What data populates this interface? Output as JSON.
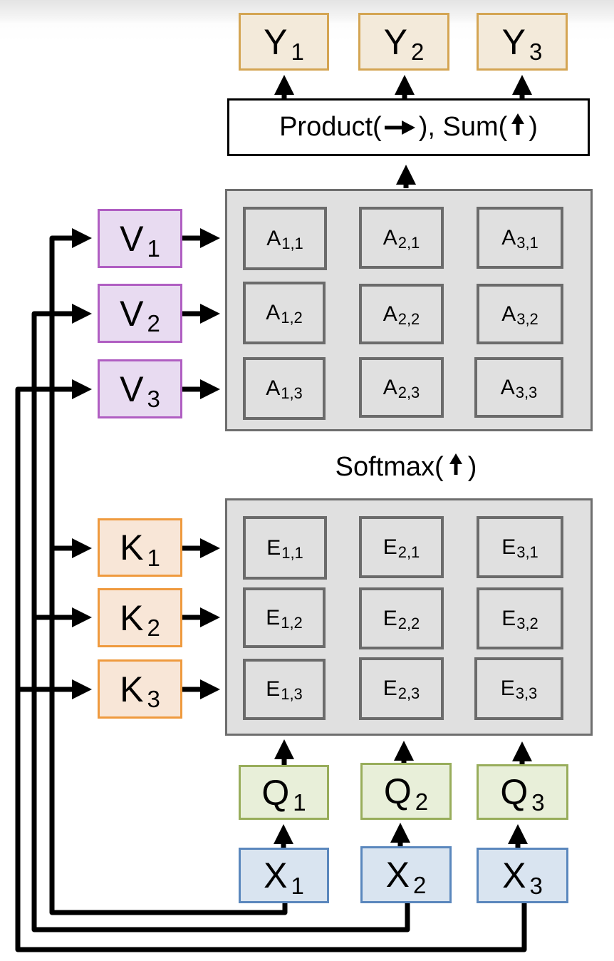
{
  "diagram": {
    "title": "Self-attention computation",
    "outputs": [
      {
        "letter": "Y",
        "index": "1"
      },
      {
        "letter": "Y",
        "index": "2"
      },
      {
        "letter": "Y",
        "index": "3"
      }
    ],
    "product_sum": {
      "product_text": "Product(",
      "product_close": "), Sum(",
      "sum_close": ")",
      "product_icon": "right-arrow-icon",
      "sum_icon": "up-arrow-icon"
    },
    "values": [
      {
        "letter": "V",
        "index": "1"
      },
      {
        "letter": "V",
        "index": "2"
      },
      {
        "letter": "V",
        "index": "3"
      }
    ],
    "attention_weights": {
      "letter": "A",
      "rows": [
        [
          "1,1",
          "2,1",
          "3,1"
        ],
        [
          "1,2",
          "2,2",
          "3,2"
        ],
        [
          "1,3",
          "2,3",
          "3,3"
        ]
      ]
    },
    "softmax": {
      "text": "Softmax(",
      "close": ")",
      "icon": "up-arrow-icon"
    },
    "keys": [
      {
        "letter": "K",
        "index": "1"
      },
      {
        "letter": "K",
        "index": "2"
      },
      {
        "letter": "K",
        "index": "3"
      }
    ],
    "similarities": {
      "letter": "E",
      "rows": [
        [
          "1,1",
          "2,1",
          "3,1"
        ],
        [
          "1,2",
          "2,2",
          "3,2"
        ],
        [
          "1,3",
          "2,3",
          "3,3"
        ]
      ]
    },
    "queries": [
      {
        "letter": "Q",
        "index": "1"
      },
      {
        "letter": "Q",
        "index": "2"
      },
      {
        "letter": "Q",
        "index": "3"
      }
    ],
    "inputs": [
      {
        "letter": "X",
        "index": "1"
      },
      {
        "letter": "X",
        "index": "2"
      },
      {
        "letter": "X",
        "index": "3"
      }
    ],
    "colors": {
      "output": "#d4a553",
      "value": "#b05ec2",
      "key": "#ef9a3e",
      "query": "#98ad5b",
      "input": "#5a87bd",
      "matrix_fill": "#e0e0e0",
      "matrix_border": "#6e6e6e"
    }
  }
}
